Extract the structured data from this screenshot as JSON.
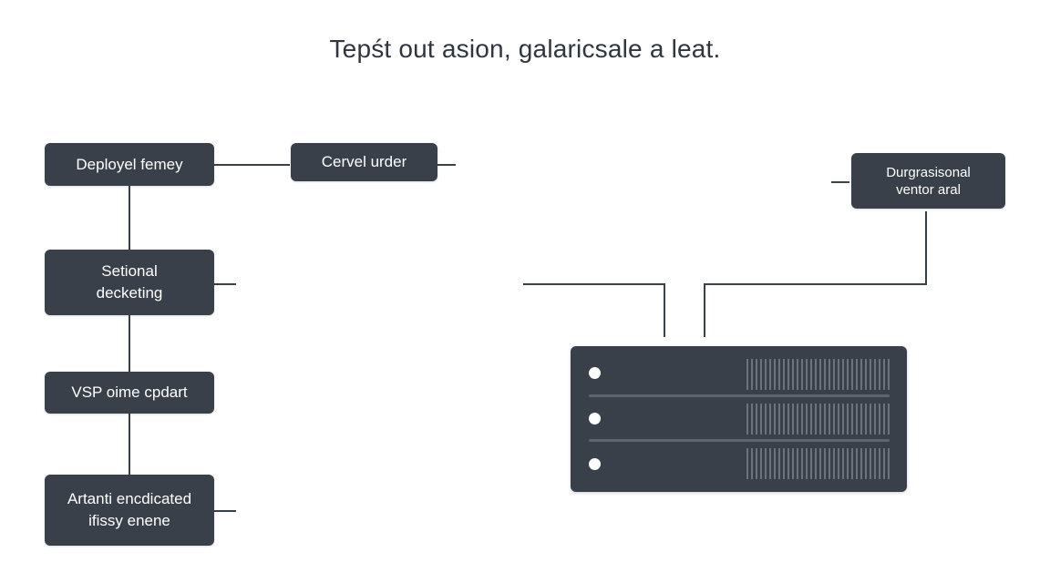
{
  "title": "Tepśt out asion, galaricsale a leat.",
  "nodes": {
    "deployel": [
      "Deployel femey"
    ],
    "cervel": [
      "Cervel urder"
    ],
    "durgrasisonal": [
      "Durgrasisonal",
      "ventor aral"
    ],
    "setional": [
      "Setional",
      "decketing"
    ],
    "vsp": [
      "VSP oime cpdart"
    ],
    "artanti": [
      "Artanti encdicated",
      "ifissy enene"
    ]
  },
  "colors": {
    "node_fill": "#394049",
    "node_text": "#ffffff",
    "connector": "#3a4048",
    "title_text": "#2f3640",
    "background": "#ffffff"
  },
  "server": {
    "icon": "server-rack-icon",
    "units": 3
  }
}
